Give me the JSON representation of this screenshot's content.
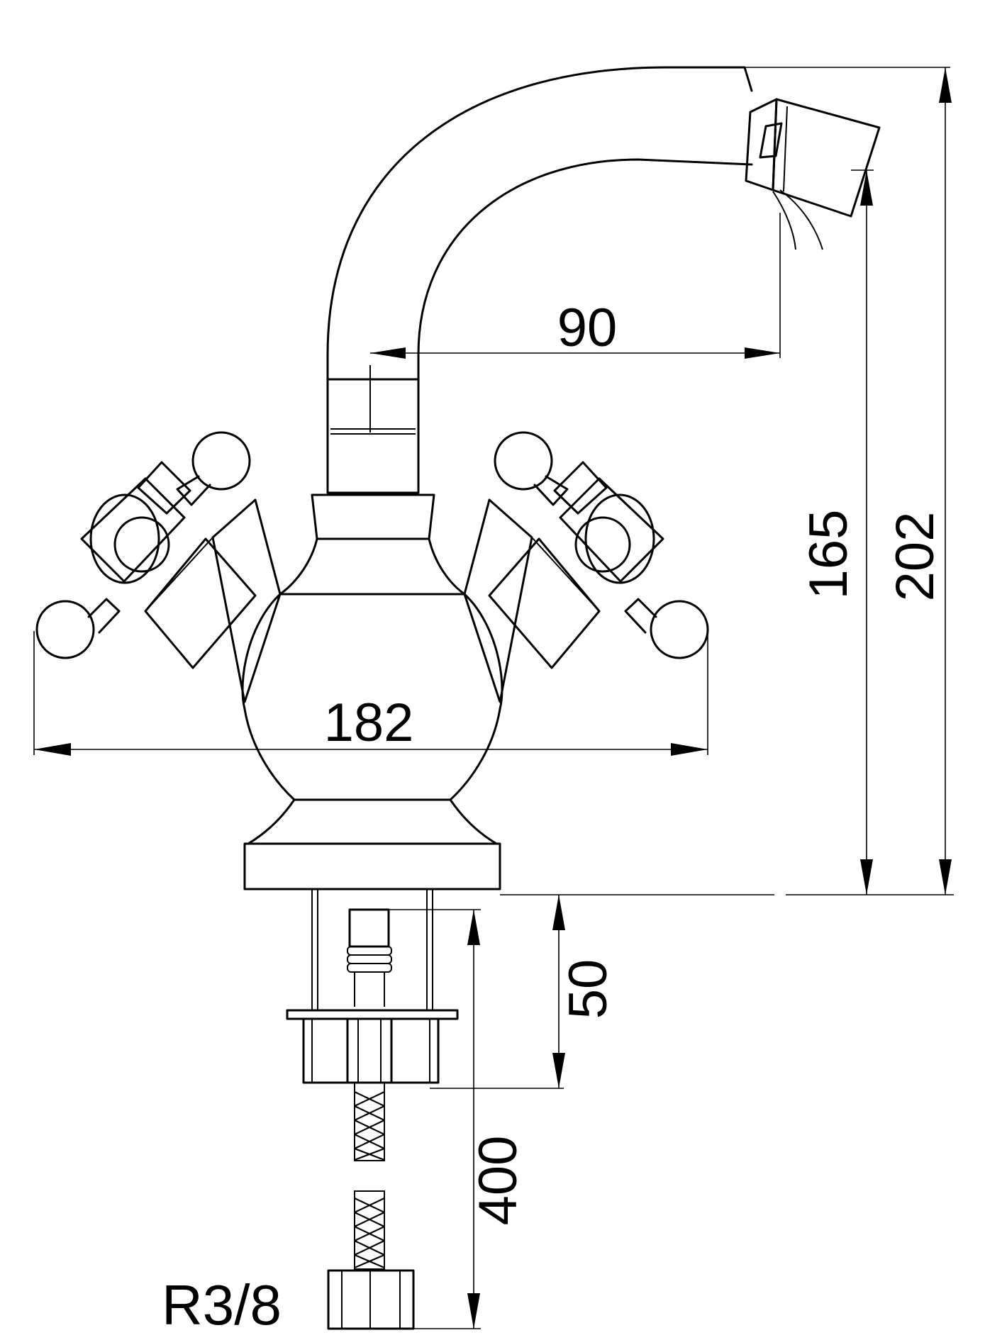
{
  "dimensions": {
    "spout_reach": "90",
    "total_width": "182",
    "spout_outlet_height": "165",
    "total_height": "202",
    "shank_length": "50",
    "hose_length": "400"
  },
  "connection_label": "R3/8"
}
